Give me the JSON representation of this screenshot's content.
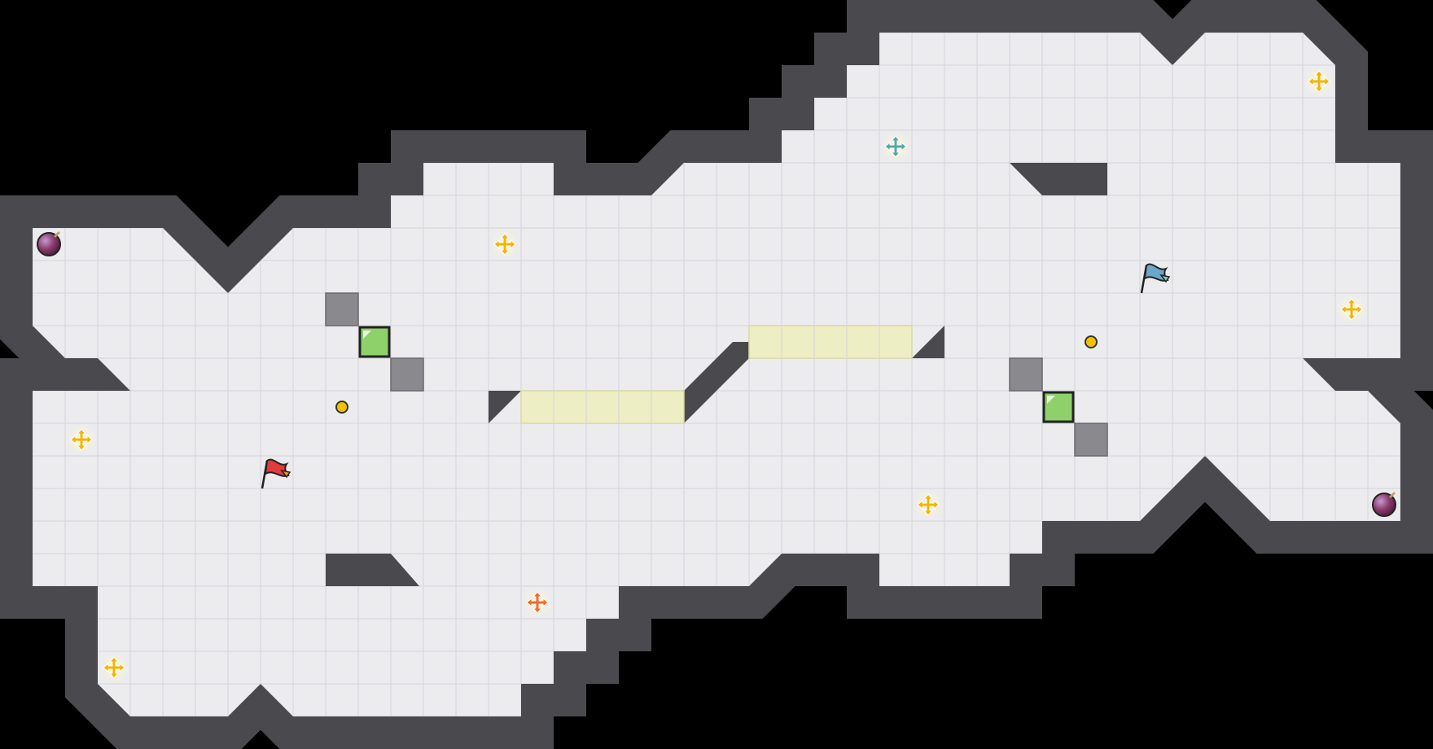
{
  "game": {
    "type": "tile-map",
    "colors": {
      "floor": "#ececef",
      "wall": "#4a4a4e",
      "bridge": "#eeeec4",
      "booster": "#8ed06a",
      "red_flag": "#e23b3b",
      "blue_flag": "#6aa7c8",
      "powerup_yellow": "#f4b400",
      "powerup_orange": "#f26a2e",
      "powerup_teal": "#5aa7a7",
      "bomb": "#8a3a6a",
      "token": "#f2c200"
    },
    "icons": {
      "red_flag": "red-flag-icon",
      "blue_flag": "blue-flag-icon",
      "powerup": "cross-arrow-powerup-icon",
      "bomb": "bomb-icon",
      "token": "coin-token-icon",
      "booster": "speed-booster-tile",
      "grate": "spike-grate-tile"
    }
  }
}
